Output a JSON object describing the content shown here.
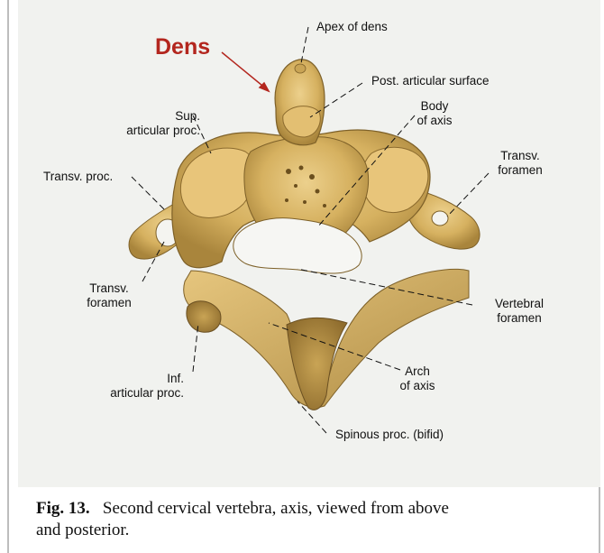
{
  "highlight_label": "Dens",
  "labels": {
    "apex": "Apex of dens",
    "post_articular": "Post. articular surface",
    "body_line1": "Body",
    "body_line2": "of axis",
    "sup_line1": "Sup.",
    "sup_line2": "articular proc.",
    "transv_proc": "Transv. proc.",
    "transv_foramen_right_line1": "Transv.",
    "transv_foramen_right_line2": "foramen",
    "transv_foramen_left_line1": "Transv.",
    "transv_foramen_left_line2": "foramen",
    "vertebral_line1": "Vertebral",
    "vertebral_line2": "foramen",
    "inf_line1": "Inf.",
    "inf_line2": "articular proc.",
    "arch_line1": "Arch",
    "arch_line2": "of axis",
    "spinous": "Spinous proc. (bifid)"
  },
  "caption": {
    "fig_number": "Fig. 13.",
    "line1": "Second cervical vertebra, axis, viewed from above",
    "line2": "and posterior."
  },
  "colors": {
    "highlight": "#b3261e",
    "bone": "#d9b66a",
    "background": "#f1f2ef"
  }
}
